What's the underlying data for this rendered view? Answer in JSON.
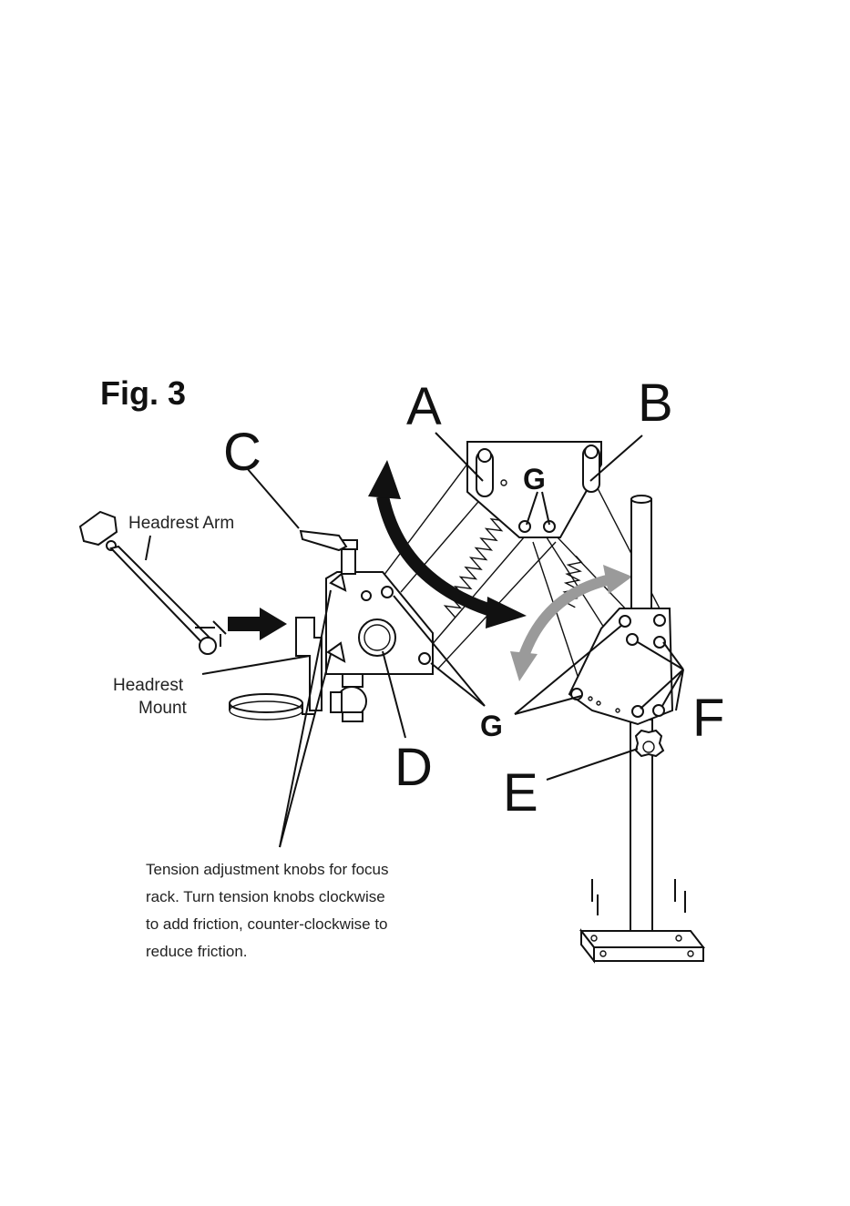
{
  "figure": {
    "title": "Fig. 3",
    "labels": {
      "A": "A",
      "B": "B",
      "C": "C",
      "D": "D",
      "E": "E",
      "F": "F",
      "G_top": "G",
      "G_bottom": "G"
    },
    "callouts": {
      "headrest_arm": "Headrest Arm",
      "headrest_mount_line1": "Headrest",
      "headrest_mount_line2": "Mount"
    },
    "caption_lines": [
      "Tension adjustment knobs for focus",
      "rack. Turn tension knobs clockwise",
      "to add friction, counter-clockwise to",
      "reduce friction."
    ]
  },
  "colors": {
    "line": "#111111",
    "arrow_black": "#111111",
    "arrow_gray": "#9a9a9a"
  }
}
